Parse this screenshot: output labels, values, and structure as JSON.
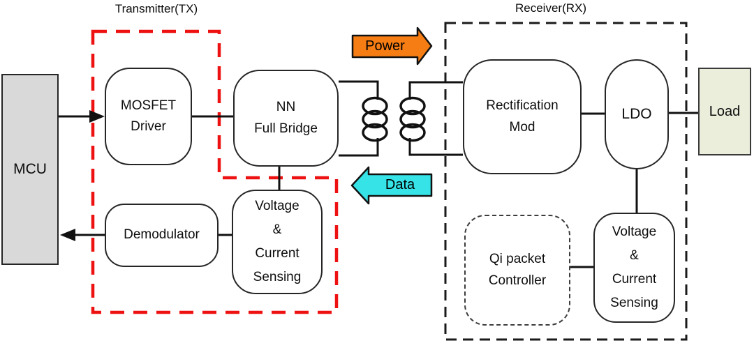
{
  "titles": {
    "tx": "Transmitter(TX)",
    "rx": "Receiver(RX)"
  },
  "blocks": {
    "mcu": "MCU",
    "mosfet_driver": "MOSFET\nDriver",
    "nn_full_bridge": "NN\nFull Bridge",
    "demodulator": "Demodulator",
    "tx_sensing": "Voltage\n&\nCurrent\nSensing",
    "rectification": "Rectification\nMod",
    "ldo": "LDO",
    "load": "Load",
    "rx_sensing": "Voltage\n&\nCurrent\nSensing",
    "qi_controller": "Qi packet\nController"
  },
  "flow_arrows": {
    "power": "Power",
    "data": "Data"
  },
  "colors": {
    "power_arrow_fill": "#f67d13",
    "data_arrow_fill": "#36e3e6",
    "tx_boundary": "#ee1111",
    "rx_boundary": "#1a1a1a",
    "mcu_fill": "#d9d9d9",
    "load_fill": "#ebeedb",
    "line": "#111111"
  }
}
